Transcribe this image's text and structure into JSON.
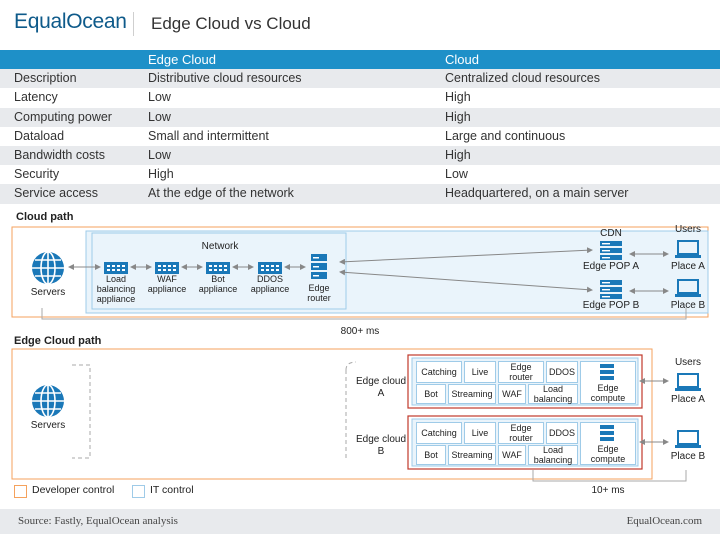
{
  "header": {
    "logo": "EqualOcean",
    "title": "Edge Cloud vs Cloud"
  },
  "table": {
    "headers": [
      "",
      "Edge Cloud",
      "Cloud"
    ],
    "rows": [
      [
        "Description",
        "Distributive cloud resources",
        "Centralized cloud resources"
      ],
      [
        "Latency",
        "Low",
        "High"
      ],
      [
        "Computing power",
        "Low",
        "High"
      ],
      [
        "Dataload",
        "Small and intermittent",
        "Large and continuous"
      ],
      [
        "Bandwidth costs",
        "Low",
        "High"
      ],
      [
        "Security",
        "High",
        "Low"
      ],
      [
        "Service access",
        "At the edge of the network",
        "Headquartered, on a main server"
      ]
    ]
  },
  "cloud_path": {
    "title": "Cloud path",
    "servers": "Servers",
    "network": "Network",
    "appliances": {
      "lb": "Load balancing appliance",
      "waf": "WAF appliance",
      "bot": "Bot appliance",
      "ddos": "DDOS appliance",
      "router": "Edge router"
    },
    "cdn": "CDN",
    "pop_a": "Edge POP A",
    "pop_b": "Edge POP B",
    "users": "Users",
    "place_a": "Place A",
    "place_b": "Place B",
    "latency": "800+ ms"
  },
  "edge_path": {
    "title": "Edge Cloud path",
    "servers": "Servers",
    "cloud_a": "Edge cloud A",
    "cloud_b": "Edge cloud B",
    "cells": {
      "catching": "Catching",
      "live": "Live",
      "router": "Edge router",
      "ddos": "DDOS",
      "bot": "Bot",
      "streaming": "Streaming",
      "waf": "WAF",
      "lb": "Load balancing",
      "compute": "Edge compute"
    },
    "users": "Users",
    "place_a": "Place A",
    "place_b": "Place B",
    "latency": "10+ ms"
  },
  "legend": {
    "developer": "Developer control",
    "it": "IT control"
  },
  "footer": {
    "source": "Source: Fastly, EqualOcean analysis",
    "site": "EqualOcean.com"
  },
  "colors": {
    "accent": "#1e90c8",
    "developer": "#f5a25d",
    "it": "#9fcbe8",
    "edge_red": "#c0392b",
    "icon": "#1a78b8"
  }
}
